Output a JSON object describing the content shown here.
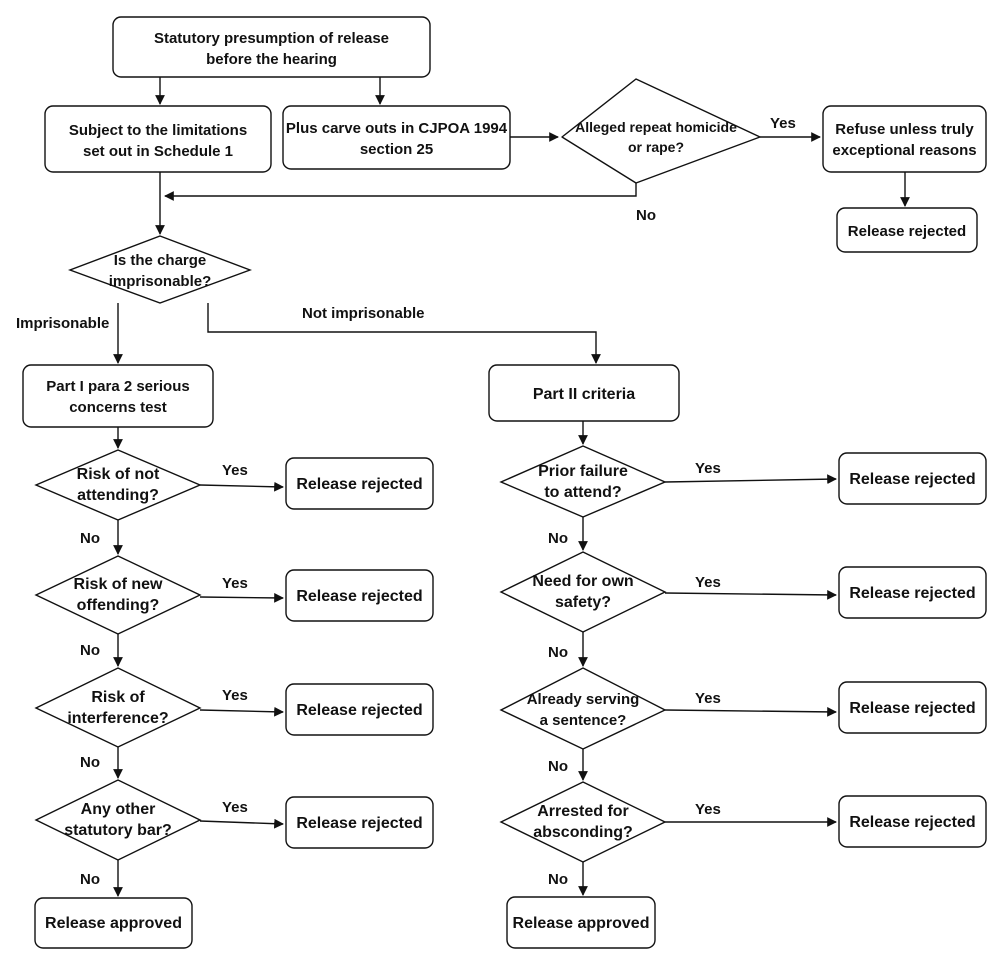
{
  "nodes": {
    "start": [
      "Statutory presumption of release",
      "before the hearing"
    ],
    "schedule1": [
      "Subject to the limitations",
      "set out in Schedule 1"
    ],
    "carveouts": [
      "Plus carve outs in CJPOA 1994",
      "section 25"
    ],
    "repeat": [
      "Alleged repeat homicide",
      "or rape?"
    ],
    "refuse": [
      "Refuse unless truly",
      "exceptional reasons"
    ],
    "rej_top": [
      "Release rejected"
    ],
    "imprisonable": [
      "Is the charge",
      "imprisonable?"
    ],
    "part1": [
      "Part I para 2 serious",
      "concerns test"
    ],
    "part2": [
      "Part II criteria"
    ],
    "l_q1": [
      "Risk of not",
      "attending?"
    ],
    "l_q2": [
      "Risk of new",
      "offending?"
    ],
    "l_q3": [
      "Risk of",
      "interference?"
    ],
    "l_q4": [
      "Any other",
      "statutory bar?"
    ],
    "l_r1": [
      "Release rejected"
    ],
    "l_r2": [
      "Release rejected"
    ],
    "l_r3": [
      "Release rejected"
    ],
    "l_r4": [
      "Release rejected"
    ],
    "l_app": [
      "Release approved"
    ],
    "r_q1": [
      "Prior failure",
      "to attend?"
    ],
    "r_q2": [
      "Need for own",
      "safety?"
    ],
    "r_q3": [
      "Already serving",
      "a sentence?"
    ],
    "r_q4": [
      "Arrested for",
      "absconding?"
    ],
    "r_r1": [
      "Release rejected"
    ],
    "r_r2": [
      "Release rejected"
    ],
    "r_r3": [
      "Release rejected"
    ],
    "r_r4": [
      "Release rejected"
    ],
    "r_app": [
      "Release approved"
    ]
  },
  "edge_labels": {
    "repeat_yes": "Yes",
    "repeat_no": "No",
    "imprisonable": "Imprisonable",
    "not_imprisonable": "Not imprisonable",
    "yes": "Yes",
    "no": "No"
  },
  "colors": {
    "stroke": "#111111",
    "fill": "#ffffff",
    "text": "#111111"
  }
}
